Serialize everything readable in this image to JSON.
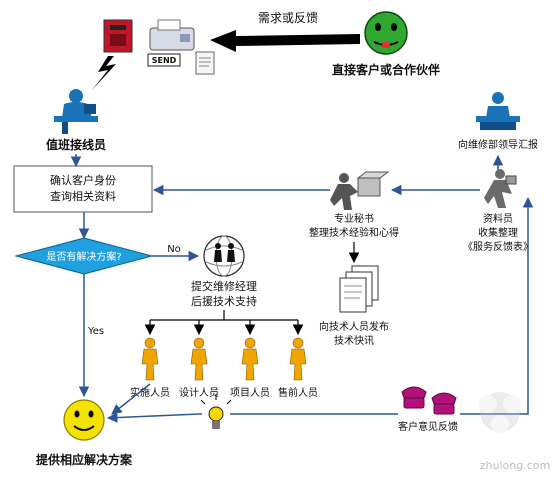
{
  "labels": {
    "feedback_arrow": "需求或反馈",
    "customer": "直接客户或合作伙伴",
    "operator": "值班接线员",
    "confirm_line1": "确认客户身份",
    "confirm_line2": "查询相关资料",
    "decision": "是否有解决方案?",
    "no": "No",
    "yes": "Yes",
    "manager_line1": "提交维修经理",
    "manager_line2": "后援技术支持",
    "staff_1": "实施人员",
    "staff_2": "设计人员",
    "staff_3": "项目人员",
    "staff_4": "售前人员",
    "solution": "提供相应解决方案",
    "secretary_line1": "专业秘书",
    "secretary_line2": "整理技术经验和心得",
    "publish_line1": "向技术人员发布",
    "publish_line2": "技术快讯",
    "report": "向维修部领导汇报",
    "clerk_line1": "资料员",
    "clerk_line2": "收集整理",
    "clerk_line3": "《服务反馈表》",
    "customer_feedback": "客户意见反馈",
    "fax_send": "SEND",
    "watermark": "zhulong.com"
  },
  "colors": {
    "flow_arrow": "#2f5597",
    "decision_fill": "#21a0e0",
    "customer_face": "#2ea82e",
    "solution_face": "#f4e200",
    "person_figure": "#f0a500",
    "phone": "#b0127a"
  }
}
